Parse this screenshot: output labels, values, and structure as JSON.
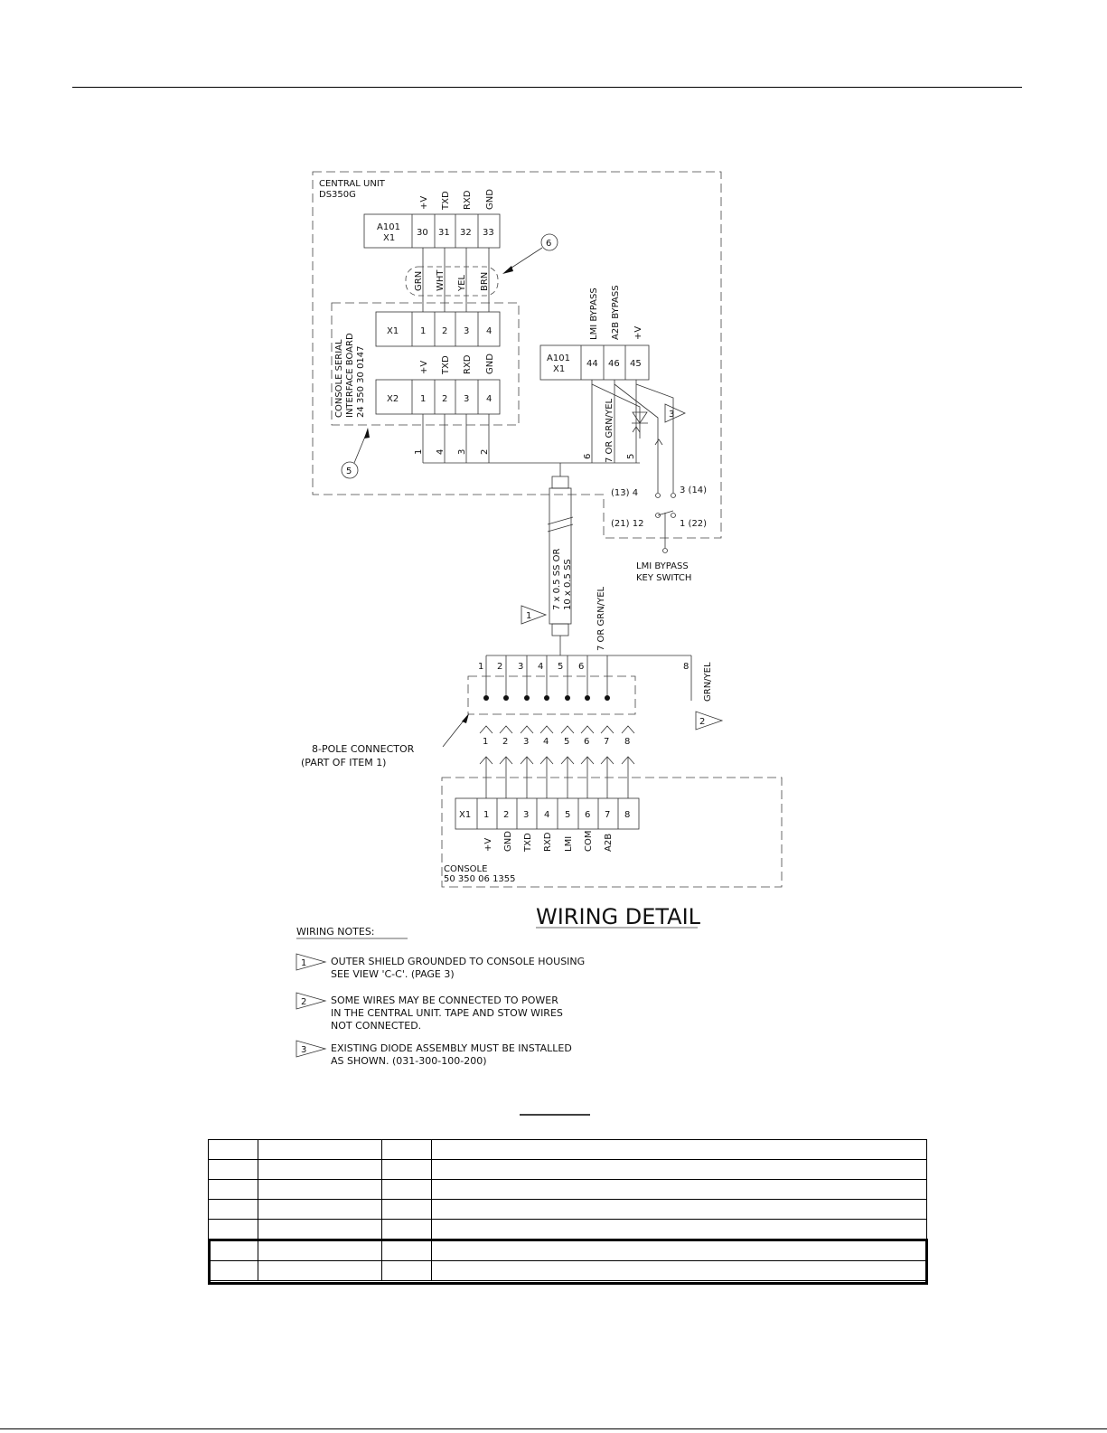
{
  "diagram": {
    "title": "WIRING DETAIL",
    "central_unit": {
      "line1": "CENTRAL UNIT",
      "line2": "DS350G"
    },
    "a101_x1_top": {
      "name_line1": "A101",
      "name_line2": "X1",
      "pins": [
        "30",
        "31",
        "32",
        "33"
      ],
      "signals": [
        "+V",
        "TXD",
        "RXD",
        "GND"
      ]
    },
    "wire_colors": [
      "GRN",
      "WHT",
      "YEL",
      "BRN"
    ],
    "item6": "6",
    "item5": "5",
    "interface_board": {
      "line1": "CONSOLE SERIAL",
      "line2": "INTERFACE BOARD",
      "line3": "24 350 30 0147"
    },
    "x1_board": {
      "name": "X1",
      "pins": [
        "1",
        "2",
        "3",
        "4"
      ]
    },
    "x2_board": {
      "name": "X2",
      "pins": [
        "1",
        "2",
        "3",
        "4"
      ],
      "signals": [
        "+V",
        "TXD",
        "RXD",
        "GND"
      ]
    },
    "a101_x1_right": {
      "name_line1": "A101",
      "name_line2": "X1",
      "pins": [
        "44",
        "46",
        "45"
      ],
      "signals": [
        "LMI BYPASS",
        "A2B BYPASS",
        "+V"
      ]
    },
    "cable_wire_numbers": [
      "1",
      "4",
      "3",
      "2",
      "6",
      "7 OR GRN/YEL",
      "5"
    ],
    "note_ref_1": "1",
    "note_ref_2": "2",
    "note_ref_3": "3",
    "switch_terminals": {
      "t13": "(13) 4",
      "t14": "3 (14)",
      "t21": "(21) 12",
      "t22": "1 (22)"
    },
    "key_switch": {
      "line1": "LMI BYPASS",
      "line2": "KEY SWITCH"
    },
    "cable_spec": {
      "line1": "7 x 0.5 SS OR",
      "line2": "10 x 0.5 SS"
    },
    "cable_grn": "7 OR GRN/YEL",
    "connector_top_pins": [
      "1",
      "2",
      "3",
      "4",
      "5",
      "6"
    ],
    "pin8": "8",
    "grn_yel": "GRN/YEL",
    "connector_mating_pins": [
      "1",
      "2",
      "3",
      "4",
      "5",
      "6",
      "7",
      "8"
    ],
    "connector_label": {
      "line1": "8-POLE CONNECTOR",
      "line2": "(PART OF ITEM 1)"
    },
    "console_x1": {
      "name": "X1",
      "pins": [
        "1",
        "2",
        "3",
        "4",
        "5",
        "6",
        "7",
        "8"
      ],
      "signals": [
        "+V",
        "GND",
        "TXD",
        "RXD",
        "LMI",
        "COM",
        "A2B"
      ]
    },
    "console": {
      "line1": "CONSOLE",
      "line2": "50 350 06 1355"
    }
  },
  "notes": {
    "heading": "WIRING NOTES:",
    "items": [
      {
        "ref": "1",
        "line1": "OUTER SHIELD GROUNDED TO CONSOLE HOUSING",
        "line2": "SEE VIEW 'C-C'. (PAGE 3)"
      },
      {
        "ref": "2",
        "line1": "SOME WIRES MAY BE CONNECTED TO POWER",
        "line2": "IN THE CENTRAL UNIT. TAPE AND STOW WIRES",
        "line3": "NOT CONNECTED."
      },
      {
        "ref": "3",
        "line1": "EXISTING DIODE ASSEMBLY MUST BE INSTALLED",
        "line2": "AS SHOWN. (031-300-100-200)"
      }
    ]
  },
  "parts_table": {
    "columns": 4,
    "rows": [
      [
        "",
        "",
        "",
        ""
      ],
      [
        "",
        "",
        "",
        ""
      ],
      [
        "",
        "",
        "",
        ""
      ],
      [
        "",
        "",
        "",
        ""
      ],
      [
        "",
        "",
        "",
        ""
      ],
      [
        "",
        "",
        "",
        ""
      ],
      [
        "",
        "",
        "",
        ""
      ]
    ]
  }
}
